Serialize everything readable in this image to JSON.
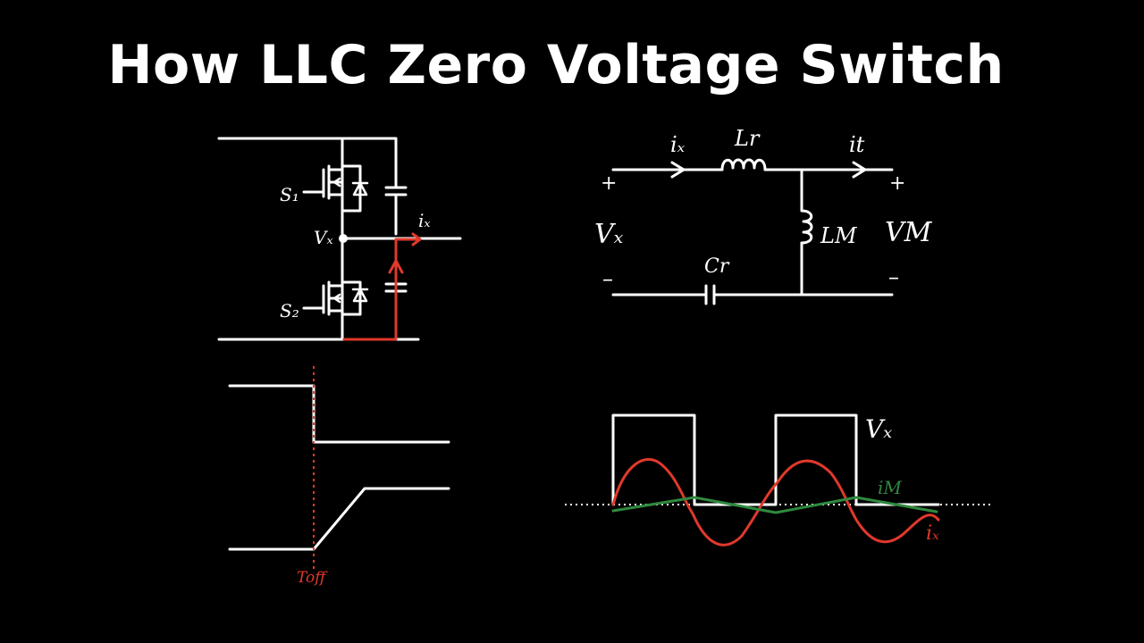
{
  "title": "How LLC Zero Voltage Switch",
  "colors": {
    "background": "#000000",
    "wire": "#ffffff",
    "current": "#e0392b",
    "magnetizing": "#2f8a3e"
  },
  "half_bridge": {
    "switch_top_label": "S₁",
    "switch_bottom_label": "S₂",
    "node_label": "Vₓ",
    "current_label": "iₓ"
  },
  "resonant_tank": {
    "input_current_label": "iₓ",
    "series_inductor_label": "Lr",
    "output_current_label": "it",
    "magnetizing_inductor_label": "LM",
    "capacitor_label": "Cr",
    "input_voltage_label": "Vₓ",
    "output_voltage_label": "VM",
    "plus_sign": "+",
    "minus_sign": "–"
  },
  "switching_waveform": {
    "time_marker_label": "Toff"
  },
  "resonant_waveform": {
    "voltage_label": "Vₓ",
    "magnetizing_current_label": "iM",
    "resonant_current_label": "iₓ"
  }
}
